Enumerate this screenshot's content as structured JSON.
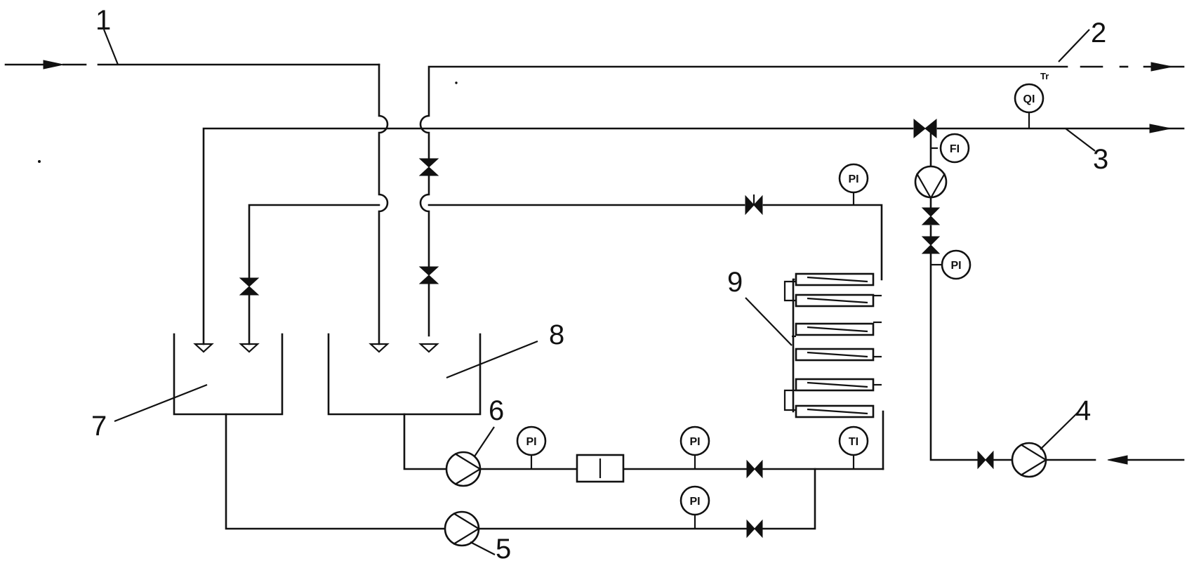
{
  "labels": {
    "l1": "1",
    "l2": "2",
    "l3": "3",
    "l4": "4",
    "l5": "5",
    "l6": "6",
    "l7": "7",
    "l8": "8",
    "l9": "9"
  },
  "instruments": {
    "qi": "QI",
    "qi_sup": "Tr",
    "fi_top": "FI",
    "pi_top": "PI",
    "pi_right": "PI",
    "pi_pump6": "PI",
    "pi_mid": "PI",
    "pi_bottom": "PI",
    "ti": "TI"
  }
}
